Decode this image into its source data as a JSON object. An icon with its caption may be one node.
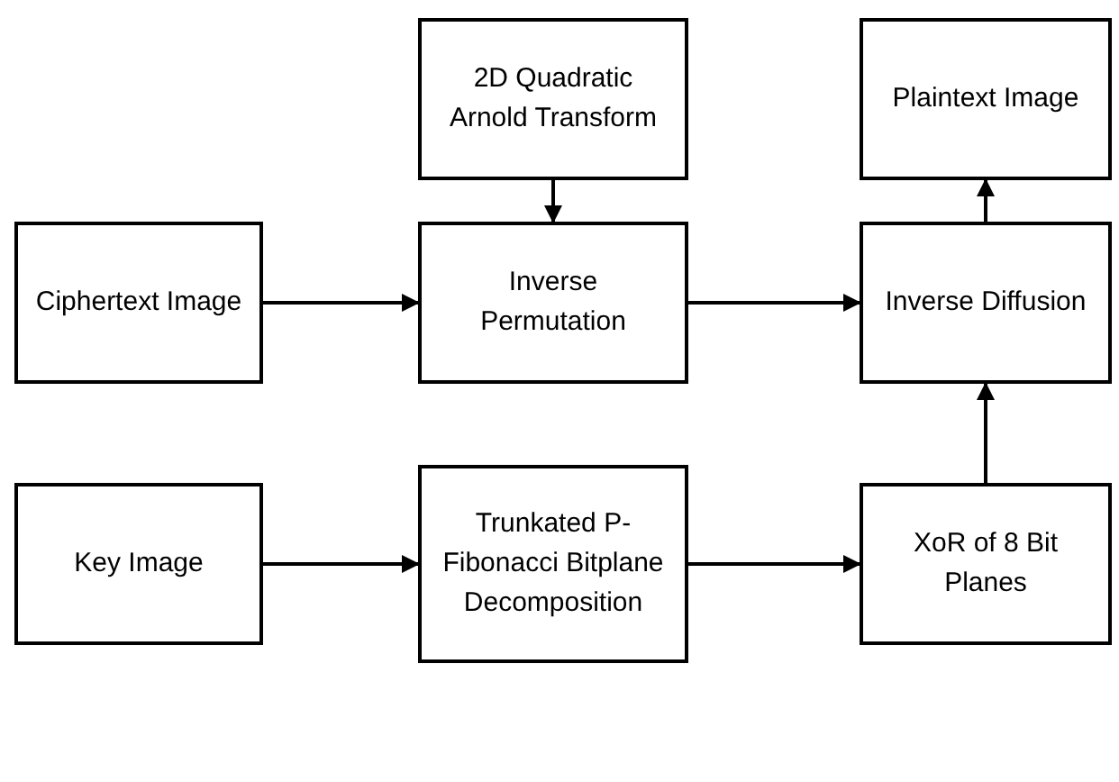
{
  "diagram": {
    "nodes": [
      {
        "text": [
          "2D Quadratic Arnold Transform"
        ]
      },
      {
        "text": [
          "Plaintext Image"
        ]
      },
      {
        "text": [
          "Ciphertext Image"
        ]
      },
      {
        "text": [
          "Inverse Permutation"
        ]
      },
      {
        "text": [
          "Inverse Diffusion"
        ]
      },
      {
        "text": [
          "Key Image"
        ]
      },
      {
        "text": [
          "Trunkated P-Fibonacci Bitplane Decomposition"
        ]
      },
      {
        "text": [
          "XoR of 8 Bit Planes"
        ]
      }
    ],
    "edges": [
      {
        "from": 0,
        "to": 3,
        "arrow": "to"
      },
      {
        "from": 2,
        "to": 3,
        "arrow": "to"
      },
      {
        "from": 3,
        "to": 4,
        "arrow": "to"
      },
      {
        "from": 4,
        "to": 1,
        "arrow": "to"
      },
      {
        "from": 5,
        "to": 6,
        "arrow": "to"
      },
      {
        "from": 6,
        "to": 7,
        "arrow": "to"
      },
      {
        "from": 7,
        "to": 4,
        "arrow": "to"
      }
    ]
  }
}
